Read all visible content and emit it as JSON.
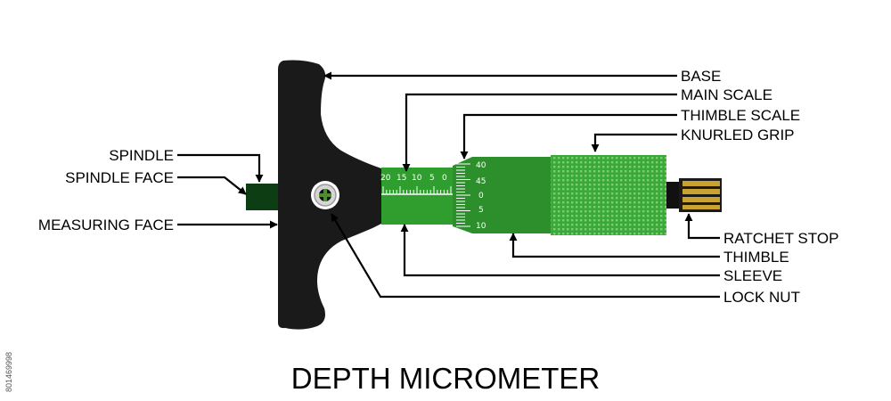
{
  "title": "DEPTH MICROMETER",
  "labels": {
    "base": "BASE",
    "main_scale": "MAIN SCALE",
    "thimble_scale": "THIMBLE SCALE",
    "knurled_grip": "KNURLED GRIP",
    "spindle": "SPINDLE",
    "spindle_face": "SPINDLE FACE",
    "measuring_face": "MEASURING FACE",
    "ratchet_stop": "RATCHET STOP",
    "thimble": "THIMBLE",
    "sleeve": "SLEEVE",
    "lock_nut": "LOCK NUT"
  },
  "main_scale_ticks": [
    "20",
    "15",
    "10",
    "5",
    "0"
  ],
  "thimble_scale_ticks": [
    "40",
    "45",
    "0",
    "5",
    "10"
  ],
  "watermark": "801469998",
  "colors": {
    "base": "#1a1a1a",
    "sleeve": "#2f9e2f",
    "thimble": "#2c8f2c",
    "knurl": "#3aa83a",
    "spindle": "#0d3d12",
    "ratchet": "#c9a230",
    "arrows": "#000000"
  }
}
